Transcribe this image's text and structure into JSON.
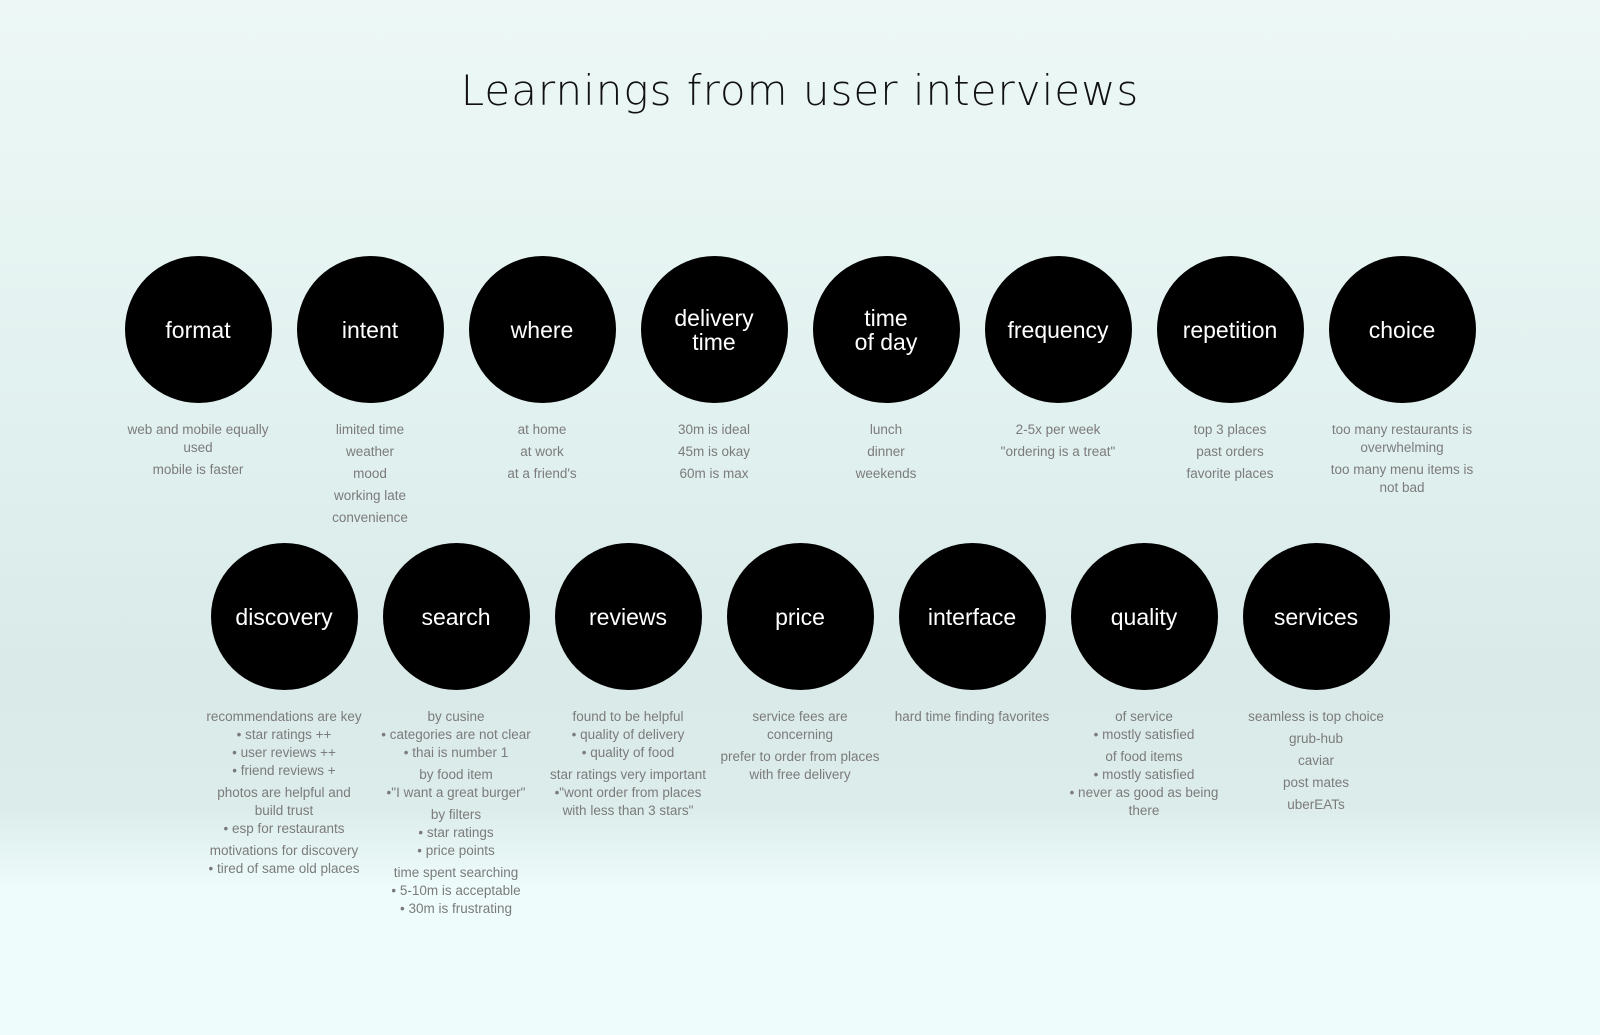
{
  "title": "Learnings from user interviews",
  "rows": [
    [
      {
        "label": "format",
        "notes": [
          [
            "web and mobile equally used"
          ],
          [
            "mobile is faster"
          ]
        ]
      },
      {
        "label": "intent",
        "notes": [
          [
            "limited time"
          ],
          [
            "weather"
          ],
          [
            "mood"
          ],
          [
            "working late"
          ],
          [
            "convenience"
          ]
        ]
      },
      {
        "label": "where",
        "notes": [
          [
            "at home"
          ],
          [
            "at work"
          ],
          [
            "at a friend's"
          ]
        ]
      },
      {
        "label": "delivery\ntime",
        "notes": [
          [
            "30m is ideal"
          ],
          [
            "45m is okay"
          ],
          [
            "60m is max"
          ]
        ]
      },
      {
        "label": "time\nof day",
        "notes": [
          [
            "lunch"
          ],
          [
            "dinner"
          ],
          [
            "weekends"
          ]
        ]
      },
      {
        "label": "frequency",
        "notes": [
          [
            "2-5x per week"
          ],
          [
            "\"ordering is a treat\""
          ]
        ]
      },
      {
        "label": "repetition",
        "notes": [
          [
            "top 3 places"
          ],
          [
            "past orders"
          ],
          [
            "favorite places"
          ]
        ]
      },
      {
        "label": "choice",
        "notes": [
          [
            "too many restaurants is overwhelming"
          ],
          [
            "too many menu items is not bad"
          ]
        ]
      }
    ],
    [
      {
        "label": "discovery",
        "notes": [
          [
            "recommendations are key",
            "• star ratings ++",
            "• user reviews ++",
            "• friend reviews +"
          ],
          [
            "photos are helpful and build trust",
            "• esp for restaurants"
          ],
          [
            "motivations for discovery",
            "• tired of same old places"
          ]
        ]
      },
      {
        "label": "search",
        "notes": [
          [
            "by cusine",
            "• categories are not clear",
            "• thai is number 1"
          ],
          [
            "by food item",
            "•\"I want a great burger\""
          ],
          [
            "by filters",
            "• star ratings",
            "• price points"
          ],
          [
            "time spent searching",
            "• 5-10m is acceptable",
            "• 30m is frustrating"
          ]
        ]
      },
      {
        "label": "reviews",
        "notes": [
          [
            "found to be helpful",
            "• quality of delivery",
            "• quality of food"
          ],
          [
            "star ratings very important",
            "•\"wont order from places with less than 3 stars\""
          ]
        ]
      },
      {
        "label": "price",
        "notes": [
          [
            "service fees are concerning"
          ],
          [
            "prefer to order from places with free delivery"
          ]
        ]
      },
      {
        "label": "interface",
        "notes": [
          [
            "hard time finding favorites"
          ]
        ]
      },
      {
        "label": "quality",
        "notes": [
          [
            "of service",
            "• mostly satisfied"
          ],
          [
            "of food items",
            "• mostly satisfied",
            "• never as good as being there"
          ]
        ]
      },
      {
        "label": "services",
        "notes": [
          [
            "seamless is top choice"
          ],
          [
            "grub-hub"
          ],
          [
            "caviar"
          ],
          [
            "post mates"
          ],
          [
            "uberEATs"
          ]
        ]
      }
    ]
  ]
}
